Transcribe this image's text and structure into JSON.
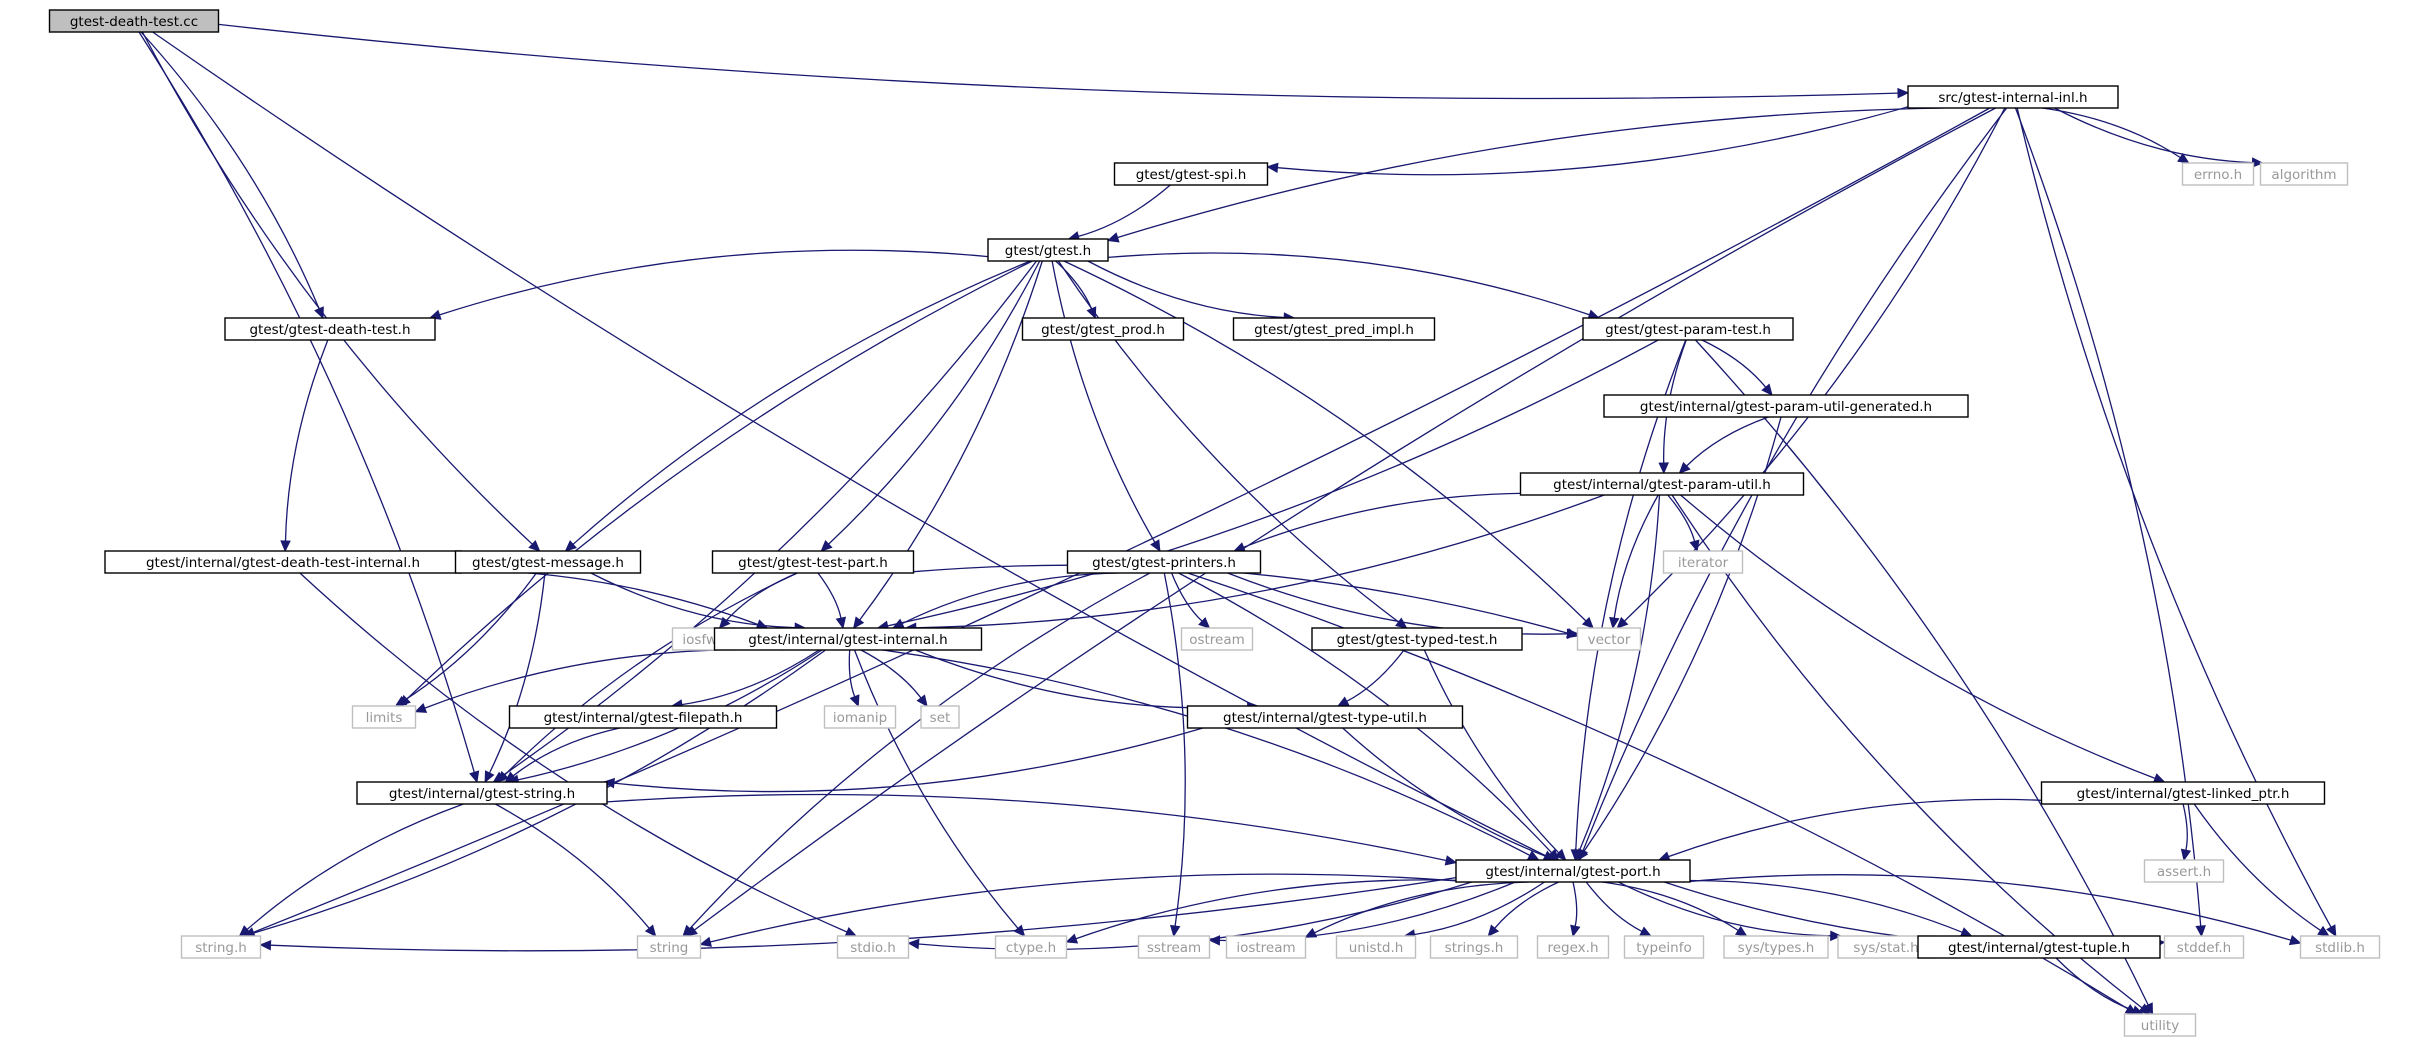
{
  "diagram": {
    "colors": {
      "edge": "#191970",
      "project_border": "#000000",
      "system_border": "#bfbfbf",
      "system_text": "#999999",
      "root_fill": "#bfbfbf"
    },
    "nodes": [
      {
        "id": "gtest-death-test-cc",
        "label": "gtest-death-test.cc",
        "kind": "root"
      },
      {
        "id": "src-gtest-internal-inl-h",
        "label": "src/gtest-internal-inl.h",
        "kind": "project"
      },
      {
        "id": "gtest-gtest-spi-h",
        "label": "gtest/gtest-spi.h",
        "kind": "project"
      },
      {
        "id": "errno-h",
        "label": "errno.h",
        "kind": "system"
      },
      {
        "id": "algorithm",
        "label": "algorithm",
        "kind": "system"
      },
      {
        "id": "gtest-gtest-h",
        "label": "gtest/gtest.h",
        "kind": "project"
      },
      {
        "id": "gtest-gtest-death-test-h",
        "label": "gtest/gtest-death-test.h",
        "kind": "project"
      },
      {
        "id": "gtest-gtest-prod-h",
        "label": "gtest/gtest_prod.h",
        "kind": "project"
      },
      {
        "id": "gtest-gtest-pred-impl-h",
        "label": "gtest/gtest_pred_impl.h",
        "kind": "project"
      },
      {
        "id": "gtest-gtest-param-test-h",
        "label": "gtest/gtest-param-test.h",
        "kind": "project"
      },
      {
        "id": "gtest-internal-gtest-param-util-generated-h",
        "label": "gtest/internal/gtest-param-util-generated.h",
        "kind": "project"
      },
      {
        "id": "gtest-internal-gtest-param-util-h",
        "label": "gtest/internal/gtest-param-util.h",
        "kind": "project"
      },
      {
        "id": "gtest-internal-gtest-death-test-internal-h",
        "label": "gtest/internal/gtest-death-test-internal.h",
        "kind": "project"
      },
      {
        "id": "gtest-gtest-message-h",
        "label": "gtest/gtest-message.h",
        "kind": "project"
      },
      {
        "id": "gtest-gtest-test-part-h",
        "label": "gtest/gtest-test-part.h",
        "kind": "project"
      },
      {
        "id": "gtest-gtest-printers-h",
        "label": "gtest/gtest-printers.h",
        "kind": "project"
      },
      {
        "id": "iterator",
        "label": "iterator",
        "kind": "system"
      },
      {
        "id": "iosfwd",
        "label": "iosfwd",
        "kind": "system"
      },
      {
        "id": "gtest-internal-gtest-internal-h",
        "label": "gtest/internal/gtest-internal.h",
        "kind": "project"
      },
      {
        "id": "ostream",
        "label": "ostream",
        "kind": "system"
      },
      {
        "id": "gtest-gtest-typed-test-h",
        "label": "gtest/gtest-typed-test.h",
        "kind": "project"
      },
      {
        "id": "vector",
        "label": "vector",
        "kind": "system"
      },
      {
        "id": "limits",
        "label": "limits",
        "kind": "system"
      },
      {
        "id": "gtest-internal-gtest-filepath-h",
        "label": "gtest/internal/gtest-filepath.h",
        "kind": "project"
      },
      {
        "id": "iomanip",
        "label": "iomanip",
        "kind": "system"
      },
      {
        "id": "set",
        "label": "set",
        "kind": "system"
      },
      {
        "id": "gtest-internal-gtest-type-util-h",
        "label": "gtest/internal/gtest-type-util.h",
        "kind": "project"
      },
      {
        "id": "gtest-internal-gtest-string-h",
        "label": "gtest/internal/gtest-string.h",
        "kind": "project"
      },
      {
        "id": "gtest-internal-gtest-linked-ptr-h",
        "label": "gtest/internal/gtest-linked_ptr.h",
        "kind": "project"
      },
      {
        "id": "assert-h",
        "label": "assert.h",
        "kind": "system"
      },
      {
        "id": "gtest-internal-gtest-port-h",
        "label": "gtest/internal/gtest-port.h",
        "kind": "project"
      },
      {
        "id": "string-h",
        "label": "string.h",
        "kind": "system"
      },
      {
        "id": "string",
        "label": "string",
        "kind": "system"
      },
      {
        "id": "stdio-h",
        "label": "stdio.h",
        "kind": "system"
      },
      {
        "id": "ctype-h",
        "label": "ctype.h",
        "kind": "system"
      },
      {
        "id": "sstream",
        "label": "sstream",
        "kind": "system"
      },
      {
        "id": "iostream",
        "label": "iostream",
        "kind": "system"
      },
      {
        "id": "unistd-h",
        "label": "unistd.h",
        "kind": "system"
      },
      {
        "id": "strings-h",
        "label": "strings.h",
        "kind": "system"
      },
      {
        "id": "regex-h",
        "label": "regex.h",
        "kind": "system"
      },
      {
        "id": "typeinfo",
        "label": "typeinfo",
        "kind": "system"
      },
      {
        "id": "sys-types-h",
        "label": "sys/types.h",
        "kind": "system"
      },
      {
        "id": "sys-stat-h",
        "label": "sys/stat.h",
        "kind": "system"
      },
      {
        "id": "gtest-internal-gtest-tuple-h",
        "label": "gtest/internal/gtest-tuple.h",
        "kind": "project"
      },
      {
        "id": "stddef-h",
        "label": "stddef.h",
        "kind": "system"
      },
      {
        "id": "stdlib-h",
        "label": "stdlib.h",
        "kind": "system"
      },
      {
        "id": "utility",
        "label": "utility",
        "kind": "system"
      }
    ],
    "edges": [
      [
        "gtest-death-test-cc",
        "src-gtest-internal-inl-h"
      ],
      [
        "gtest-death-test-cc",
        "gtest-gtest-death-test-h"
      ],
      [
        "gtest-death-test-cc",
        "gtest-gtest-message-h"
      ],
      [
        "gtest-death-test-cc",
        "gtest-internal-gtest-string-h"
      ],
      [
        "gtest-death-test-cc",
        "gtest-internal-gtest-port-h"
      ],
      [
        "src-gtest-internal-inl-h",
        "gtest-gtest-spi-h"
      ],
      [
        "src-gtest-internal-inl-h",
        "gtest-gtest-h"
      ],
      [
        "src-gtest-internal-inl-h",
        "errno-h"
      ],
      [
        "src-gtest-internal-inl-h",
        "algorithm"
      ],
      [
        "src-gtest-internal-inl-h",
        "vector"
      ],
      [
        "src-gtest-internal-inl-h",
        "gtest-internal-gtest-port-h"
      ],
      [
        "src-gtest-internal-inl-h",
        "string-h"
      ],
      [
        "src-gtest-internal-inl-h",
        "string"
      ],
      [
        "src-gtest-internal-inl-h",
        "stddef-h"
      ],
      [
        "src-gtest-internal-inl-h",
        "stdlib-h"
      ],
      [
        "gtest-gtest-spi-h",
        "gtest-gtest-h"
      ],
      [
        "gtest-gtest-h",
        "gtest-gtest-death-test-h"
      ],
      [
        "gtest-gtest-h",
        "gtest-gtest-prod-h"
      ],
      [
        "gtest-gtest-h",
        "gtest-gtest-pred-impl-h"
      ],
      [
        "gtest-gtest-h",
        "gtest-gtest-param-test-h"
      ],
      [
        "gtest-gtest-h",
        "gtest-gtest-message-h"
      ],
      [
        "gtest-gtest-h",
        "gtest-gtest-test-part-h"
      ],
      [
        "gtest-gtest-h",
        "gtest-gtest-printers-h"
      ],
      [
        "gtest-gtest-h",
        "gtest-internal-gtest-internal-h"
      ],
      [
        "gtest-gtest-h",
        "gtest-gtest-typed-test-h"
      ],
      [
        "gtest-gtest-h",
        "vector"
      ],
      [
        "gtest-gtest-h",
        "limits"
      ],
      [
        "gtest-gtest-h",
        "gtest-internal-gtest-string-h"
      ],
      [
        "gtest-gtest-death-test-h",
        "gtest-internal-gtest-death-test-internal-h"
      ],
      [
        "gtest-gtest-param-test-h",
        "gtest-internal-gtest-param-util-generated-h"
      ],
      [
        "gtest-gtest-param-test-h",
        "gtest-internal-gtest-param-util-h"
      ],
      [
        "gtest-gtest-param-test-h",
        "gtest-internal-gtest-internal-h"
      ],
      [
        "gtest-gtest-param-test-h",
        "gtest-internal-gtest-port-h"
      ],
      [
        "gtest-gtest-param-test-h",
        "utility"
      ],
      [
        "gtest-internal-gtest-param-util-generated-h",
        "gtest-internal-gtest-param-util-h"
      ],
      [
        "gtest-internal-gtest-param-util-generated-h",
        "gtest-internal-gtest-port-h"
      ],
      [
        "gtest-internal-gtest-param-util-h",
        "gtest-gtest-printers-h"
      ],
      [
        "gtest-internal-gtest-param-util-h",
        "iterator"
      ],
      [
        "gtest-internal-gtest-param-util-h",
        "vector"
      ],
      [
        "gtest-internal-gtest-param-util-h",
        "gtest-internal-gtest-internal-h"
      ],
      [
        "gtest-internal-gtest-param-util-h",
        "gtest-internal-gtest-linked-ptr-h"
      ],
      [
        "gtest-internal-gtest-param-util-h",
        "gtest-internal-gtest-port-h"
      ],
      [
        "gtest-internal-gtest-param-util-h",
        "utility"
      ],
      [
        "gtest-internal-gtest-death-test-internal-h",
        "gtest-internal-gtest-internal-h"
      ],
      [
        "gtest-internal-gtest-death-test-internal-h",
        "stdio-h"
      ],
      [
        "gtest-gtest-message-h",
        "limits"
      ],
      [
        "gtest-gtest-message-h",
        "gtest-internal-gtest-internal-h"
      ],
      [
        "gtest-gtest-message-h",
        "gtest-internal-gtest-string-h"
      ],
      [
        "gtest-gtest-test-part-h",
        "iosfwd"
      ],
      [
        "gtest-gtest-test-part-h",
        "gtest-internal-gtest-internal-h"
      ],
      [
        "gtest-gtest-test-part-h",
        "gtest-internal-gtest-string-h"
      ],
      [
        "gtest-gtest-test-part-h",
        "vector"
      ],
      [
        "gtest-gtest-printers-h",
        "ostream"
      ],
      [
        "gtest-gtest-printers-h",
        "sstream"
      ],
      [
        "gtest-gtest-printers-h",
        "string"
      ],
      [
        "gtest-gtest-printers-h",
        "utility"
      ],
      [
        "gtest-gtest-printers-h",
        "vector"
      ],
      [
        "gtest-gtest-printers-h",
        "gtest-internal-gtest-port-h"
      ],
      [
        "gtest-gtest-printers-h",
        "gtest-internal-gtest-internal-h"
      ],
      [
        "gtest-internal-gtest-internal-h",
        "gtest-internal-gtest-port-h"
      ],
      [
        "gtest-internal-gtest-internal-h",
        "limits"
      ],
      [
        "gtest-internal-gtest-internal-h",
        "gtest-internal-gtest-filepath-h"
      ],
      [
        "gtest-internal-gtest-internal-h",
        "iomanip"
      ],
      [
        "gtest-internal-gtest-internal-h",
        "set"
      ],
      [
        "gtest-internal-gtest-internal-h",
        "gtest-internal-gtest-type-util-h"
      ],
      [
        "gtest-internal-gtest-internal-h",
        "gtest-internal-gtest-string-h"
      ],
      [
        "gtest-internal-gtest-internal-h",
        "ctype-h"
      ],
      [
        "gtest-internal-gtest-internal-h",
        "string-h"
      ],
      [
        "gtest-internal-gtest-filepath-h",
        "gtest-internal-gtest-string-h"
      ],
      [
        "gtest-gtest-typed-test-h",
        "gtest-internal-gtest-type-util-h"
      ],
      [
        "gtest-gtest-typed-test-h",
        "gtest-internal-gtest-port-h"
      ],
      [
        "gtest-internal-gtest-type-util-h",
        "gtest-internal-gtest-string-h"
      ],
      [
        "gtest-internal-gtest-type-util-h",
        "gtest-internal-gtest-port-h"
      ],
      [
        "gtest-internal-gtest-string-h",
        "gtest-internal-gtest-port-h"
      ],
      [
        "gtest-internal-gtest-string-h",
        "string-h"
      ],
      [
        "gtest-internal-gtest-string-h",
        "string"
      ],
      [
        "gtest-internal-gtest-linked-ptr-h",
        "gtest-internal-gtest-port-h"
      ],
      [
        "gtest-internal-gtest-linked-ptr-h",
        "assert-h"
      ],
      [
        "gtest-internal-gtest-linked-ptr-h",
        "stdlib-h"
      ],
      [
        "gtest-internal-gtest-port-h",
        "string-h"
      ],
      [
        "gtest-internal-gtest-port-h",
        "string"
      ],
      [
        "gtest-internal-gtest-port-h",
        "stdio-h"
      ],
      [
        "gtest-internal-gtest-port-h",
        "ctype-h"
      ],
      [
        "gtest-internal-gtest-port-h",
        "sstream"
      ],
      [
        "gtest-internal-gtest-port-h",
        "iostream"
      ],
      [
        "gtest-internal-gtest-port-h",
        "unistd-h"
      ],
      [
        "gtest-internal-gtest-port-h",
        "strings-h"
      ],
      [
        "gtest-internal-gtest-port-h",
        "regex-h"
      ],
      [
        "gtest-internal-gtest-port-h",
        "typeinfo"
      ],
      [
        "gtest-internal-gtest-port-h",
        "sys-types-h"
      ],
      [
        "gtest-internal-gtest-port-h",
        "sys-stat-h"
      ],
      [
        "gtest-internal-gtest-port-h",
        "gtest-internal-gtest-tuple-h"
      ],
      [
        "gtest-internal-gtest-port-h",
        "stddef-h"
      ],
      [
        "gtest-internal-gtest-port-h",
        "stdlib-h"
      ],
      [
        "gtest-internal-gtest-tuple-h",
        "utility"
      ]
    ]
  }
}
